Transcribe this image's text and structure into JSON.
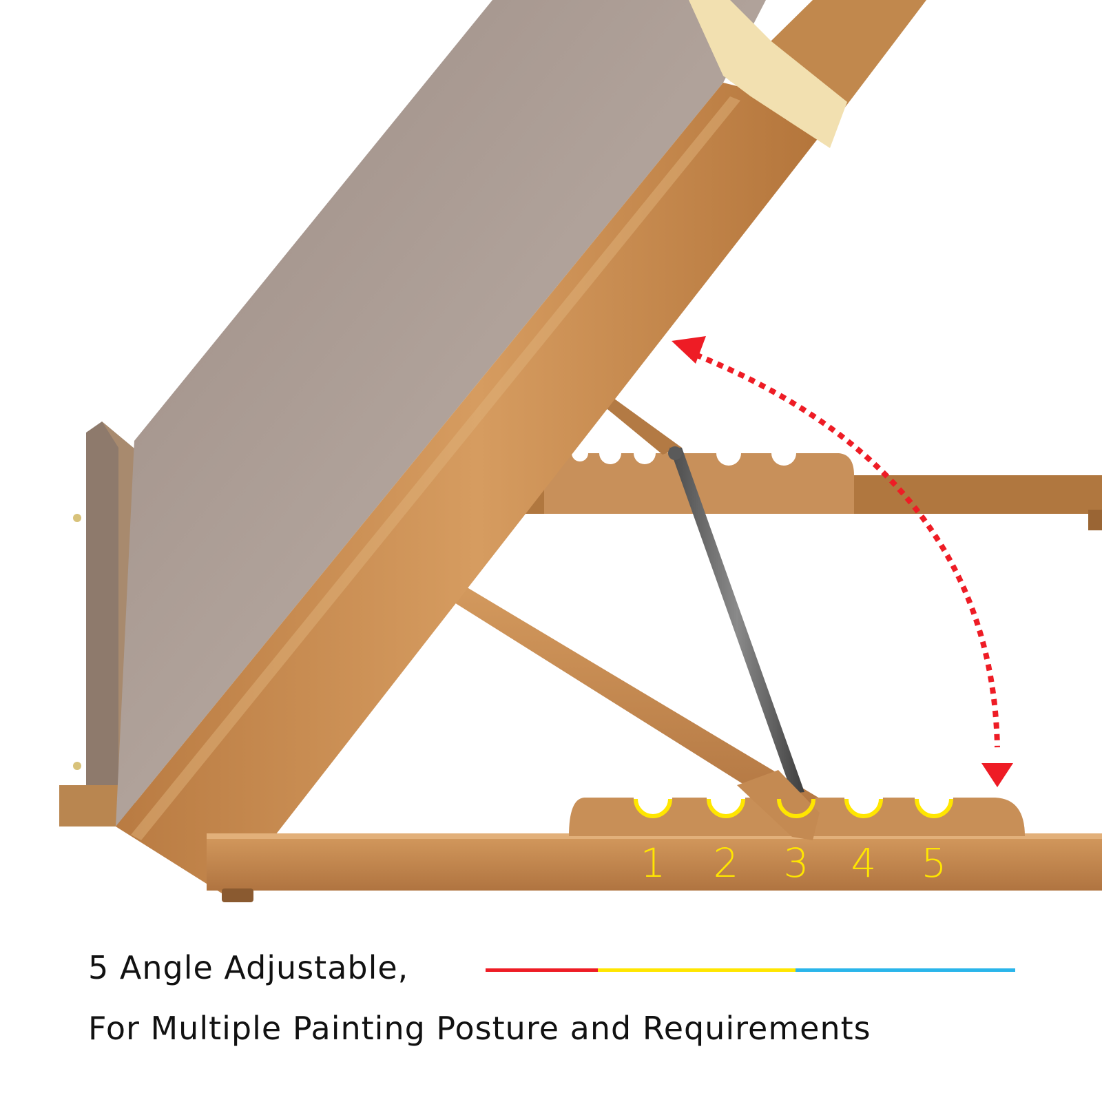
{
  "slots": {
    "labels": [
      "1",
      "2",
      "3",
      "4",
      "5"
    ],
    "active_label": "3"
  },
  "caption": {
    "line1": "5 Angle Adjustable,",
    "line2": "For Multiple Painting Posture and Requirements"
  },
  "colors": {
    "background": "#ffffff",
    "wood_light": "#c98f55",
    "wood_dark": "#9a6534",
    "board_face": "#a99a92",
    "tape": "#f2e0b0",
    "slot_highlight": "#ffe600",
    "arrow": "#ee1c25",
    "bar_red": "#ee1c25",
    "bar_yellow": "#ffe600",
    "bar_blue": "#2ab5ea",
    "text": "#111111"
  },
  "icons": {
    "arrow": "curved-double-headed-dotted-arrow-icon",
    "slot": "semicircle-notch-icon"
  }
}
